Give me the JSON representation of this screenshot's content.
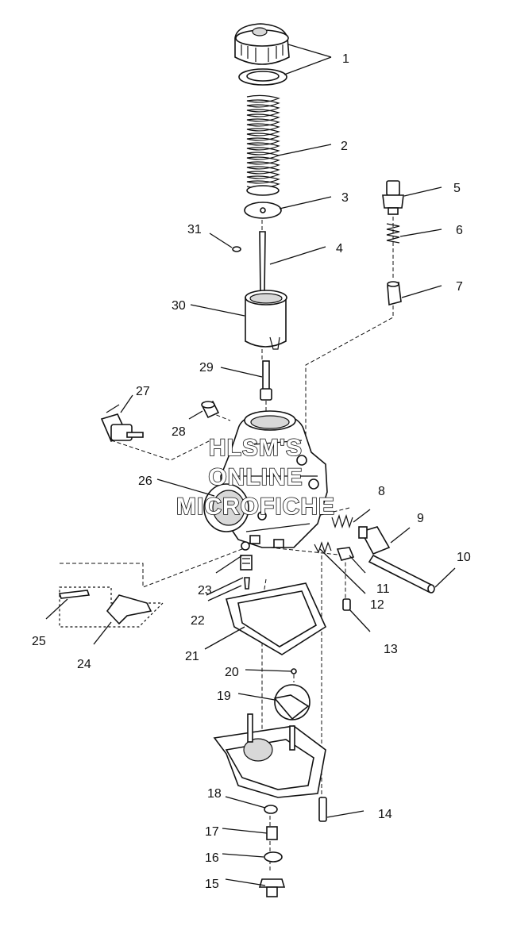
{
  "callouts": [
    {
      "num": "1"
    },
    {
      "num": "2"
    },
    {
      "num": "3"
    },
    {
      "num": "4"
    },
    {
      "num": "5"
    },
    {
      "num": "6"
    },
    {
      "num": "7"
    },
    {
      "num": "8"
    },
    {
      "num": "9"
    },
    {
      "num": "10"
    },
    {
      "num": "11"
    },
    {
      "num": "12"
    },
    {
      "num": "13"
    },
    {
      "num": "14"
    },
    {
      "num": "15"
    },
    {
      "num": "16"
    },
    {
      "num": "17"
    },
    {
      "num": "18"
    },
    {
      "num": "19"
    },
    {
      "num": "20"
    },
    {
      "num": "21"
    },
    {
      "num": "22"
    },
    {
      "num": "23"
    },
    {
      "num": "24"
    },
    {
      "num": "25"
    },
    {
      "num": "26"
    },
    {
      "num": "27"
    },
    {
      "num": "28"
    },
    {
      "num": "29"
    },
    {
      "num": "30"
    },
    {
      "num": "31"
    }
  ],
  "watermark": {
    "line1": "HLSM'S",
    "line2": "ONLINE",
    "line3": "MICROFICHE"
  }
}
